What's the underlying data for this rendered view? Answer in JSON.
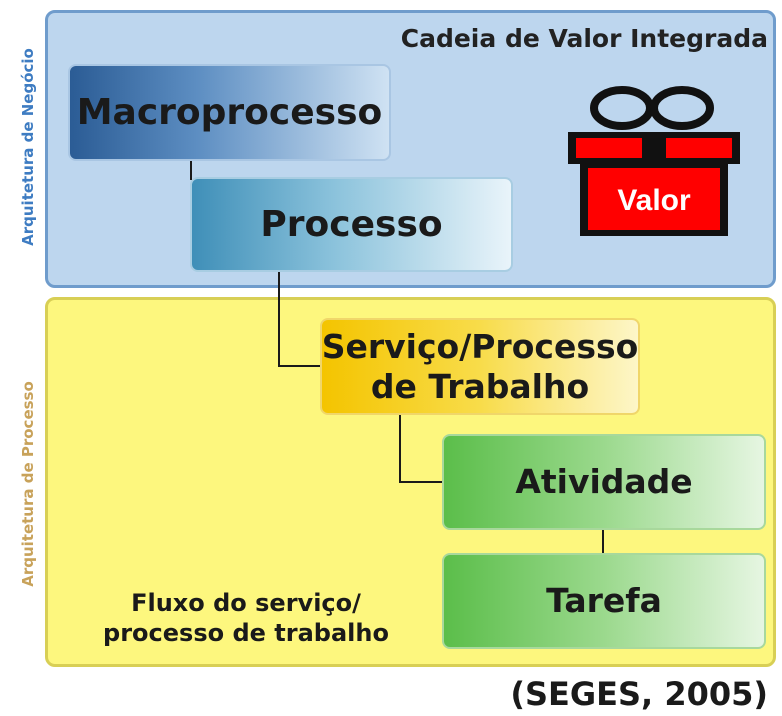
{
  "labels": {
    "business_architecture": "Arquitetura de Negócio",
    "process_architecture": "Arquitetura de Processo"
  },
  "title": "Cadeia de Valor Integrada",
  "gift": {
    "label": "Valor",
    "color": "#ff0000"
  },
  "boxes": {
    "macro": "Macroprocesso",
    "processo": "Processo",
    "servico": "Serviço/Processo de Trabalho",
    "atividade": "Atividade",
    "tarefa": "Tarefa"
  },
  "flow_label": {
    "line1": "Fluxo do serviço/",
    "line2": "processo de trabalho"
  },
  "source": "(SEGES, 2005)",
  "colors": {
    "business_panel": "#bdd6ee",
    "process_panel": "#fdf77e",
    "macro": "#2b5c95",
    "processo": "#3f8fb8",
    "servico": "#f4c400",
    "atividade": "#5bbe4a",
    "tarefa": "#5bbe4a"
  }
}
